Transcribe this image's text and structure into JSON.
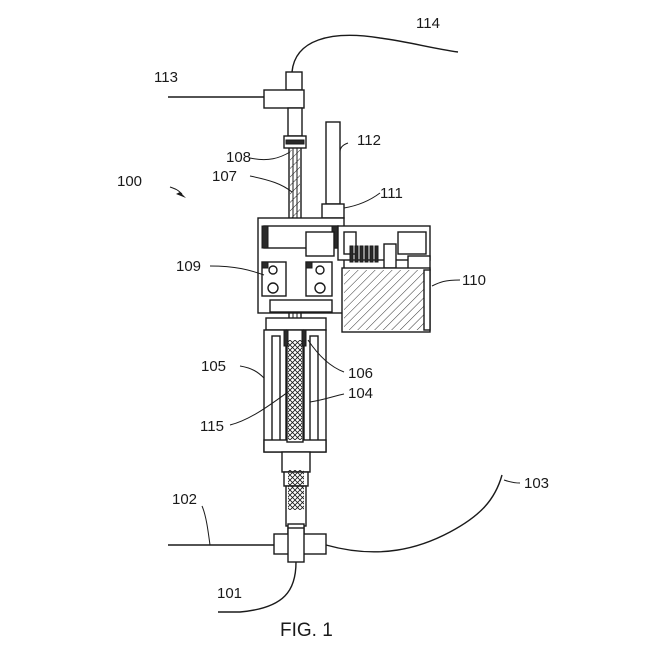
{
  "figure": {
    "caption": "FIG. 1",
    "labels": {
      "l100": "100",
      "l101": "101",
      "l102": "102",
      "l103": "103",
      "l104": "104",
      "l105": "105",
      "l106": "106",
      "l107": "107",
      "l108": "108",
      "l109": "109",
      "l110": "110",
      "l111": "111",
      "l112": "112",
      "l113": "113",
      "l114": "114",
      "l115": "115"
    }
  }
}
